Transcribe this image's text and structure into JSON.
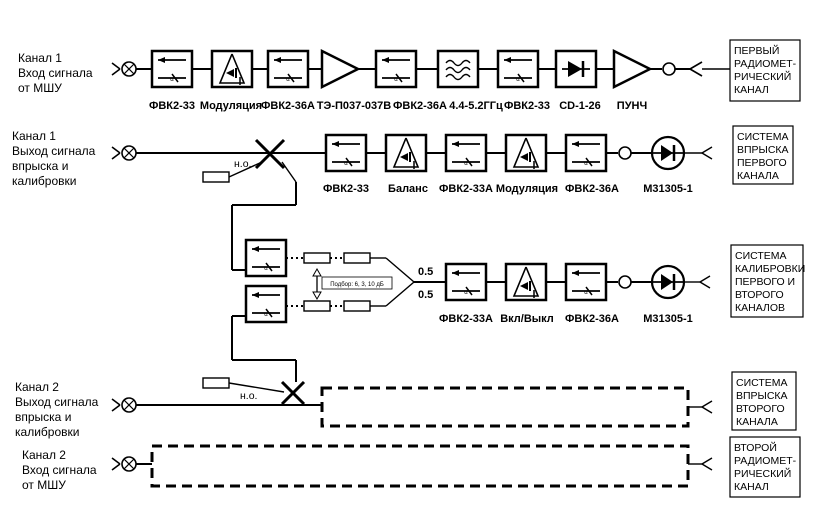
{
  "diagram": {
    "inputs": {
      "ch1_in": [
        "Канал 1",
        "Вход сигнала",
        "от МШУ"
      ],
      "ch1_out": [
        "Канал 1",
        "Выход сигнала",
        "впрыска и",
        "калибровки"
      ],
      "ch2_out": [
        "Канал 2",
        "Выход сигнала",
        "впрыска и",
        "калибровки"
      ],
      "ch2_in": [
        "Канал 2",
        "Вход сигнала",
        "от МШУ"
      ]
    },
    "row1_labels": [
      "ФВК2-33",
      "Модуляция",
      "ФВК2-36А",
      "ТЭ-П037-037В",
      "ФВК2-36А",
      "4.4-5.2ГГц",
      "ФВК2-33",
      "CD-1-26",
      "ПУНЧ"
    ],
    "row2_labels": [
      "ФВК2-33",
      "Баланс",
      "ФВК2-33А",
      "Модуляция",
      "ФВК2-36А",
      "М31305-1"
    ],
    "row3_labels": [
      "ФВК2-33А",
      "Вкл/Выкл",
      "ФВК2-36А",
      "М31305-1"
    ],
    "switch_label": "н.о.",
    "ratio_top": "0.5",
    "ratio_bottom": "0.5",
    "selector_note": "Подбор: 6, 3, 10 дБ",
    "attenuator_mark": "α",
    "boxes": {
      "box1": [
        "ПЕРВЫЙ",
        "РАДИОМЕТ-",
        "РИЧЕСКИЙ",
        "КАНАЛ"
      ],
      "box2": [
        "СИСТЕМА",
        "ВПРЫСКА",
        "ПЕРВОГО",
        "КАНАЛА"
      ],
      "box3": [
        "СИСТЕМА",
        "КАЛИБРОВКИ",
        "ПЕРВОГО И",
        "ВТОРОГО",
        "КАНАЛОВ"
      ],
      "box4": [
        "СИСТЕМА",
        "ВПРЫСКА",
        "ВТОРОГО",
        "КАНАЛА"
      ],
      "box5": [
        "ВТОРОЙ",
        "РАДИОМЕТ-",
        "РИЧЕСКИЙ",
        "КАНАЛ"
      ]
    }
  }
}
